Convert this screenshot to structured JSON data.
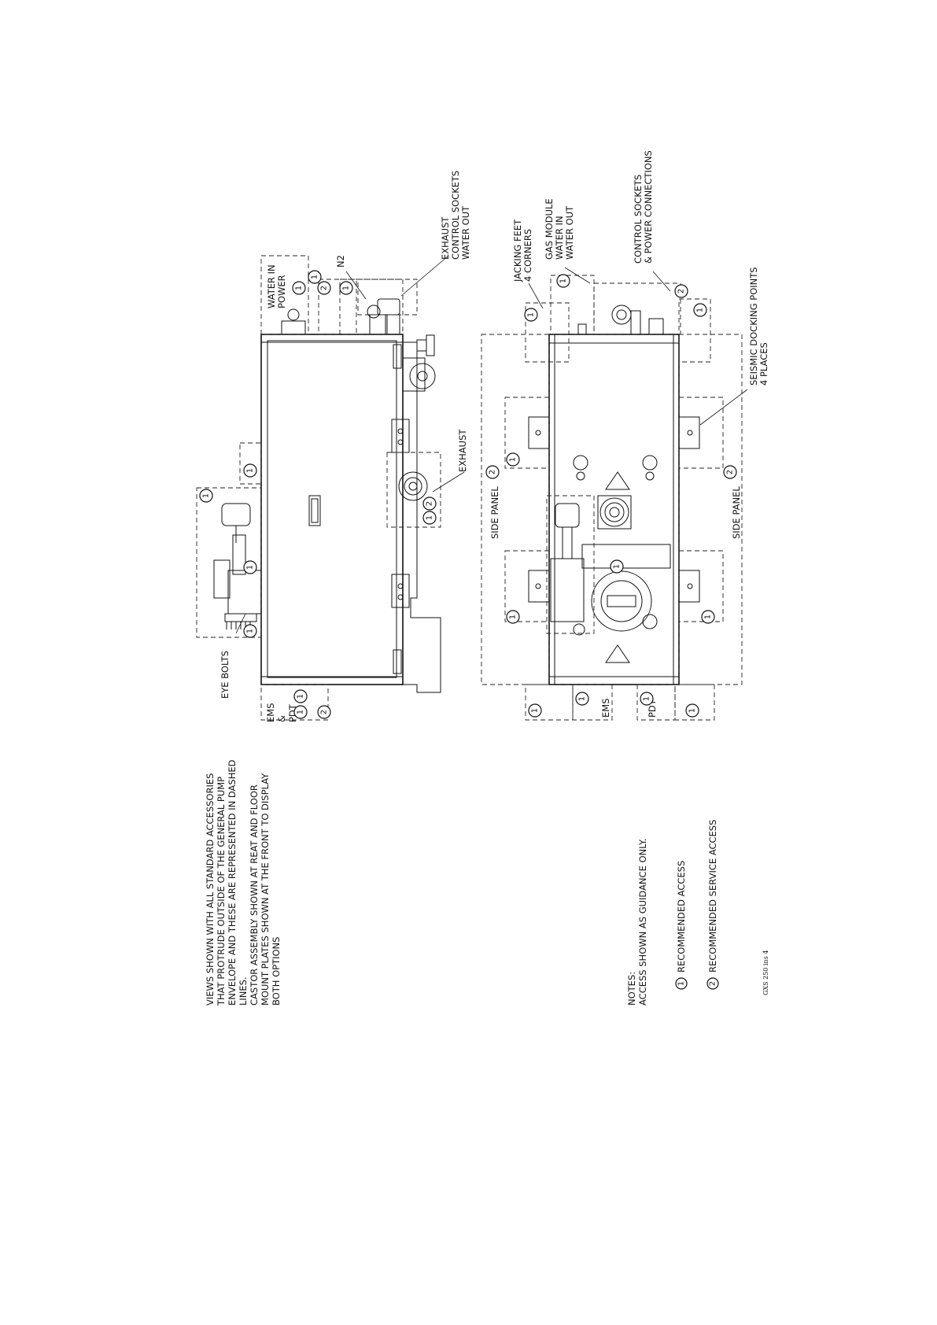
{
  "notes_block": {
    "intro_lines": [
      "VIEWS SHOWN WITH ALL STANDARD ACCESSORIES",
      "THAT PROTRUDE OUTSIDE OF THE GENERAL PUMP",
      "ENVELOPE AND THESE ARE REPRESENTED IN DASHED",
      "LINES.",
      "CASTOR ASSEMBLY SHOWN AT REAT AND FLOOR",
      "MOUNT PLATES SHOWN AT THE FRONT TO DISPLAY",
      "BOTH OPTIONS"
    ],
    "notes_heading": "NOTES:",
    "notes_line": "ACCESS SHOWN AS GUIDANCE ONLY.",
    "legend": [
      {
        "symbol": "1",
        "text": "RECOMMENDED ACCESS"
      },
      {
        "symbol": "2",
        "text": "RECOMMENDED SERVICE ACCESS"
      }
    ],
    "drawing_ref": "GXS 250 ins 4"
  },
  "side_view": {
    "labels": {
      "eye_bolts": "EYE BOLTS",
      "ems": "EMS",
      "amp": "&",
      "pdt": "PDT",
      "exhaust": "EXHAUST",
      "n2": "N2",
      "water_in": "WATER IN",
      "power": "POWER",
      "exhaust_group_1": "EXHAUST",
      "exhaust_group_2": "CONTROL SOCKETS",
      "exhaust_group_3": "WATER OUT"
    }
  },
  "top_view": {
    "labels": {
      "side_panel_left": "SIDE PANEL",
      "side_panel_right": "SIDE PANEL",
      "jacking_1": "JACKING FEET",
      "jacking_2": "4 CORNERS",
      "gas_1": "GAS MODULE",
      "gas_2": "WATER IN",
      "gas_3": "WATER OUT",
      "control_1": "CONTROL SOCKETS",
      "control_2": "& POWER CONNECTIONS",
      "seismic_1": "SEISMIC DOCKING POINTS",
      "seismic_2": "4 PLACES",
      "ems": "EMS",
      "pdt": "PDT"
    }
  },
  "access_symbols": {
    "one": "1",
    "two": "2"
  }
}
